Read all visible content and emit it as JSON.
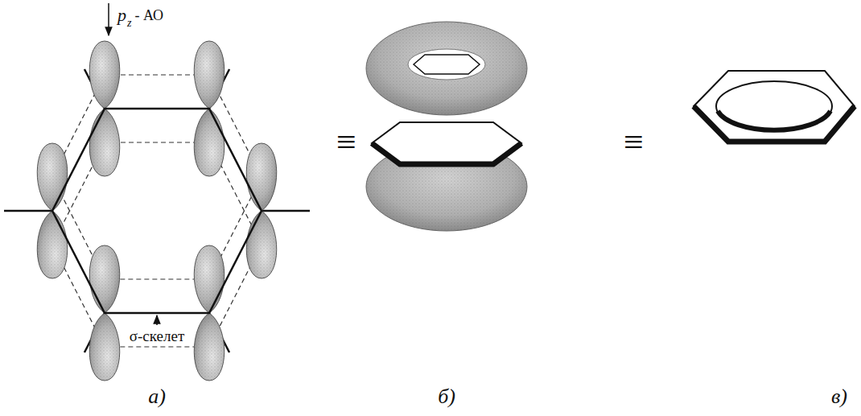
{
  "diagram": {
    "labels": [
      "p",
      "z",
      "- АО",
      "σ-скелет",
      "а)",
      "б)",
      "в)",
      "≡",
      "≡"
    ]
  }
}
